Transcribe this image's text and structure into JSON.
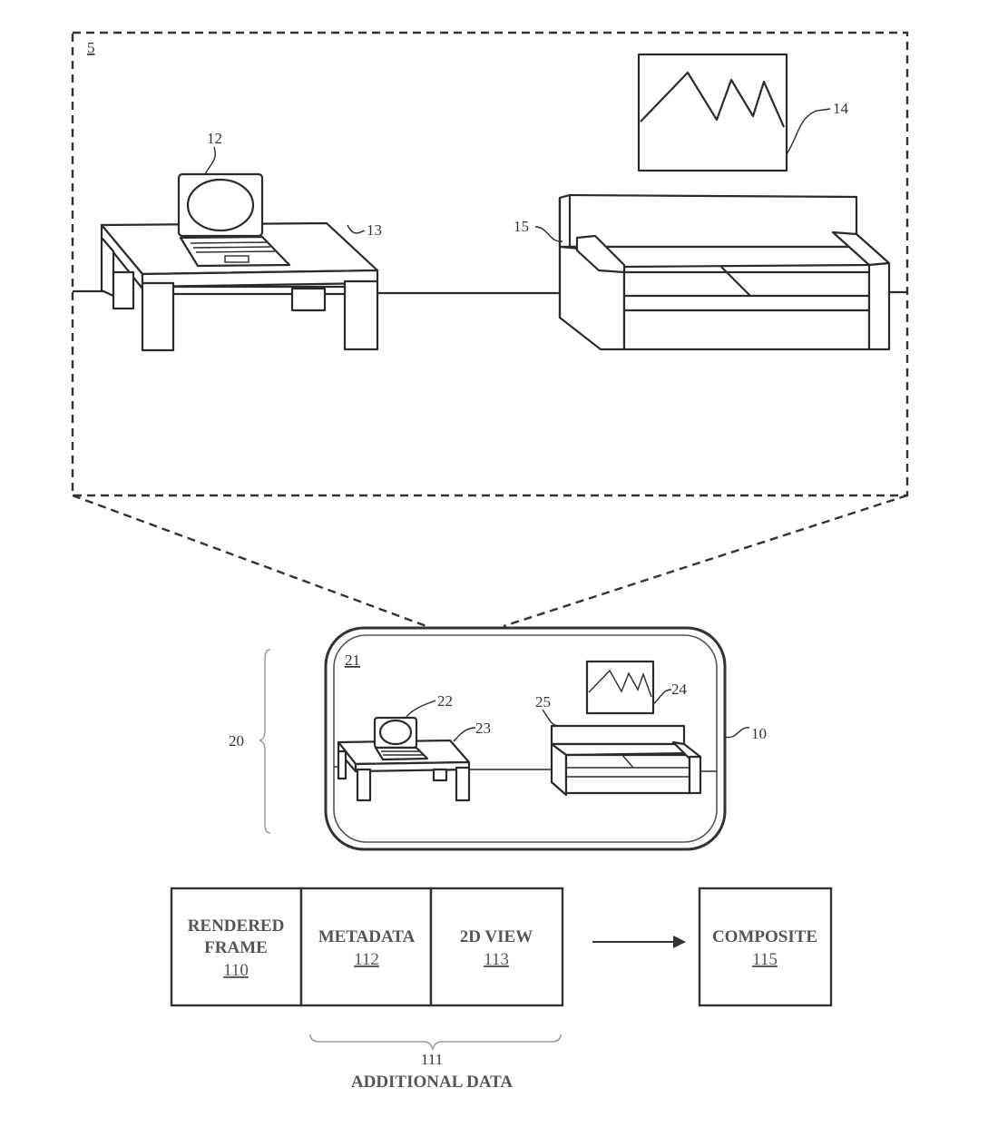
{
  "scene": {
    "label": "5",
    "laptop_ref": "12",
    "table_ref": "13",
    "picture_ref": "14",
    "sofa_ref": "15"
  },
  "device": {
    "device_ref": "10",
    "screen_label": "21",
    "laptop_ref": "22",
    "table_ref": "23",
    "picture_ref": "24",
    "sofa_ref": "25",
    "brace_ref": "20"
  },
  "pipeline": {
    "boxes": [
      {
        "lines": [
          "RENDERED",
          "FRAME"
        ],
        "num": "110"
      },
      {
        "lines": [
          "METADATA"
        ],
        "num": "112"
      },
      {
        "lines": [
          "2D VIEW"
        ],
        "num": "113"
      }
    ],
    "composite": {
      "lines": [
        "COMPOSITE"
      ],
      "num": "115"
    },
    "additional_ref": "111",
    "additional_label": "ADDITIONAL DATA"
  }
}
